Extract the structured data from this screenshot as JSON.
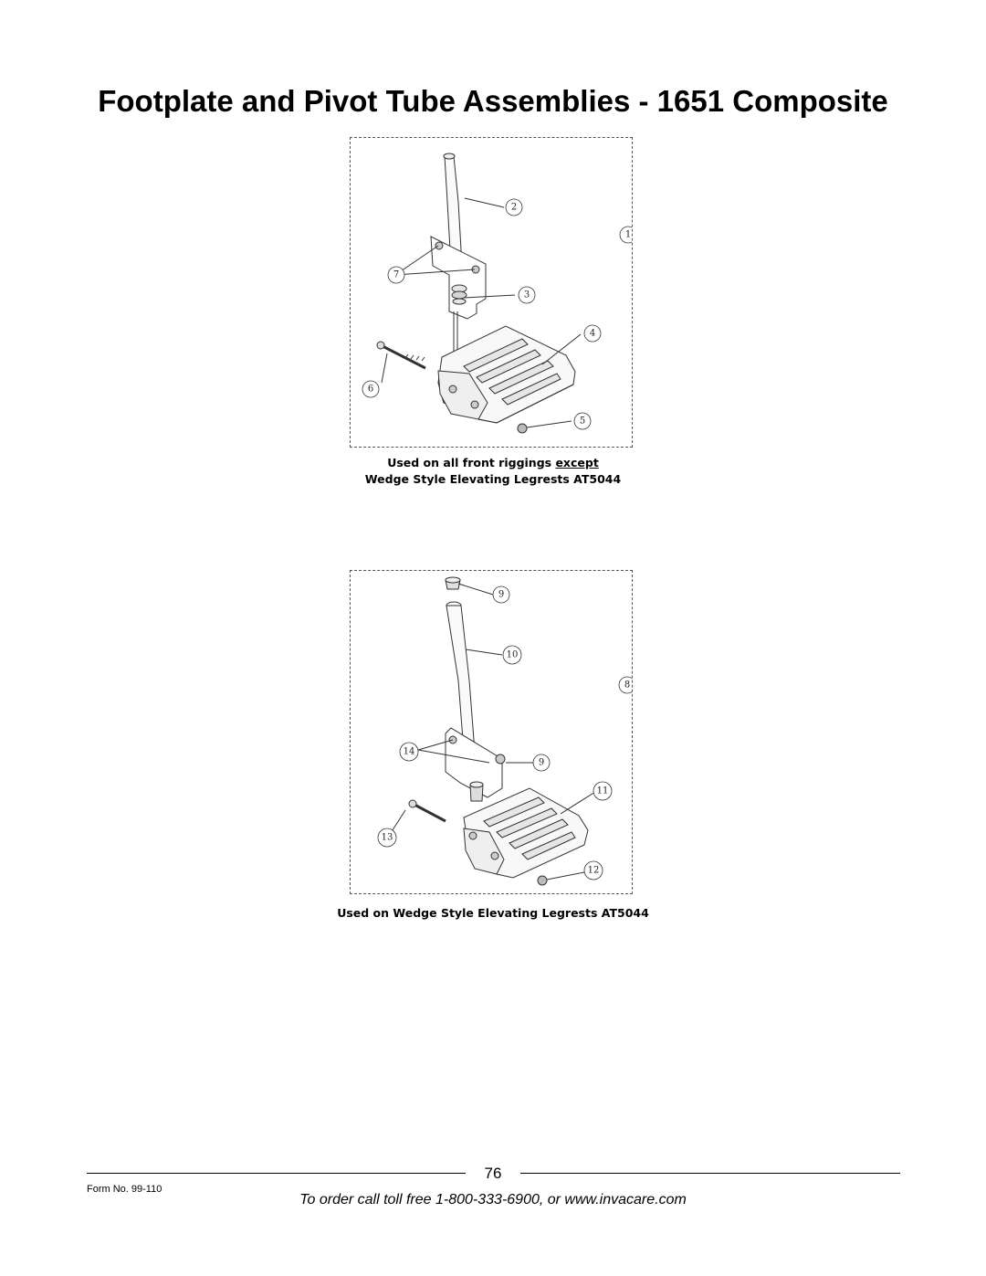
{
  "page": {
    "title": "Footplate and Pivot Tube Assemblies - 1651 Composite",
    "page_number": "76",
    "form_no": "Form No.  99-110",
    "order_line": "To order call toll free 1-800-333-6900, or www.invacare.com"
  },
  "figure1": {
    "caption_line1_prefix": "Used on all front riggings ",
    "caption_line1_emphasis": "except",
    "caption_line2": "Wedge Style Elevating Legrests AT5044",
    "callouts": [
      "1",
      "2",
      "3",
      "4",
      "5",
      "6",
      "7"
    ]
  },
  "figure2": {
    "caption": "Used on Wedge Style Elevating Legrests AT5044",
    "callouts": [
      "8",
      "9",
      "10",
      "9",
      "11",
      "12",
      "13",
      "14"
    ]
  }
}
